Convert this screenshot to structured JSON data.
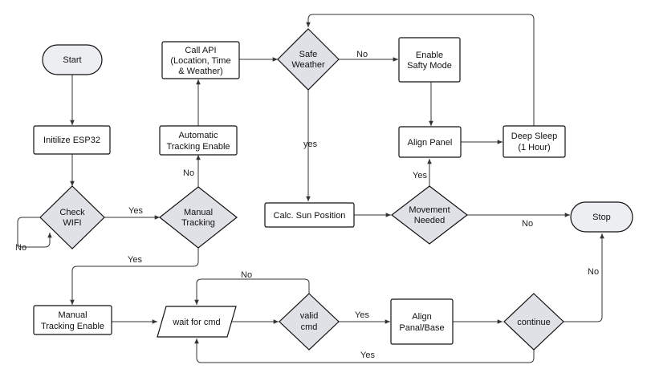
{
  "nodes": {
    "start": "Start",
    "init_esp32": "Initilize ESP32",
    "check_wifi": [
      "Check",
      "WIFI"
    ],
    "manual_tracking": [
      "Manual",
      "Tracking"
    ],
    "automatic_tracking_enable": [
      "Automatic",
      "Tracking Enable"
    ],
    "call_api": [
      "Call API",
      "(Location, Time",
      "& Weather)"
    ],
    "safe_weather": [
      "Safe",
      "Weather"
    ],
    "enable_safety_mode": [
      "Enable",
      "Safty Mode"
    ],
    "align_panel": "Align Panel",
    "deep_sleep": [
      "Deep Sleep",
      "(1 Hour)"
    ],
    "calc_sun_position": "Calc. Sun Position",
    "movement_needed": [
      "Movement",
      "Needed"
    ],
    "stop": "Stop",
    "manual_tracking_enable": [
      "Manual",
      "Tracking Enable"
    ],
    "wait_for_cmd": "wait for cmd",
    "valid_cmd": [
      "valid",
      "cmd"
    ],
    "align_panal_base": [
      "Align",
      "Panal/Base"
    ],
    "continue": "continue"
  },
  "edge_labels": {
    "wifi_no": "No",
    "wifi_yes": "Yes",
    "manual_no": "No",
    "manual_yes": "Yes",
    "weather_no": "No",
    "weather_yes": "yes",
    "movement_yes": "Yes",
    "movement_no": "No",
    "valid_no": "No",
    "valid_yes": "Yes",
    "continue_yes": "Yes",
    "continue_no": "No"
  }
}
